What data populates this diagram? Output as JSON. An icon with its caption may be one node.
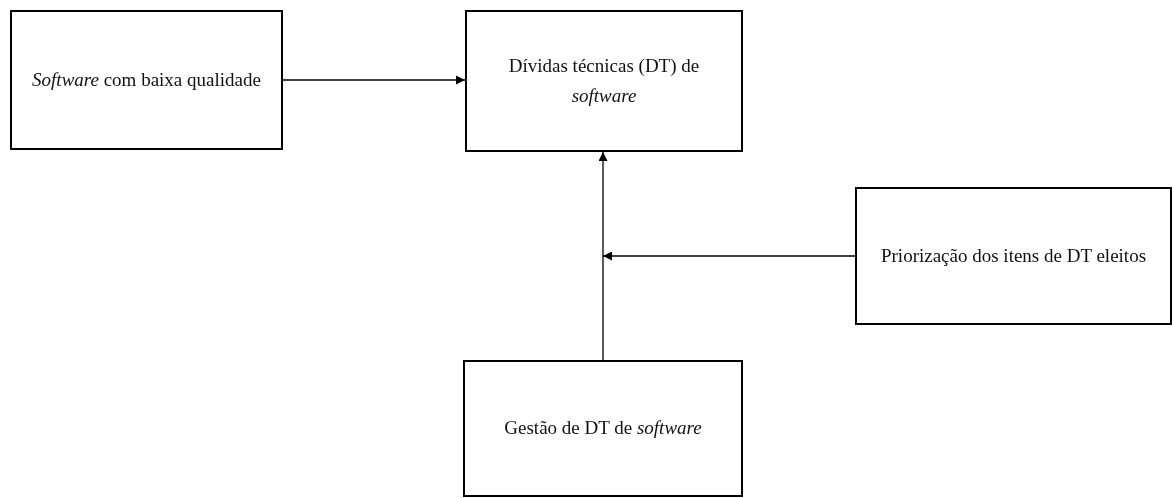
{
  "diagram": {
    "nodes": [
      {
        "text": [
          "*Software* com baixa qualidade"
        ]
      },
      {
        "text": [
          "Dívidas técnicas (DT) de *software*"
        ]
      },
      {
        "text": [
          "Priorização dos itens de DT eleitos"
        ]
      },
      {
        "text": [
          "Gestão de DT de *software*"
        ]
      }
    ],
    "edges": [
      {
        "from": 0,
        "to": 1,
        "arrow": "to"
      },
      {
        "from": 3,
        "to": 1,
        "arrow": "to"
      },
      {
        "from": 2,
        "to": null,
        "arrow": "to"
      }
    ]
  }
}
